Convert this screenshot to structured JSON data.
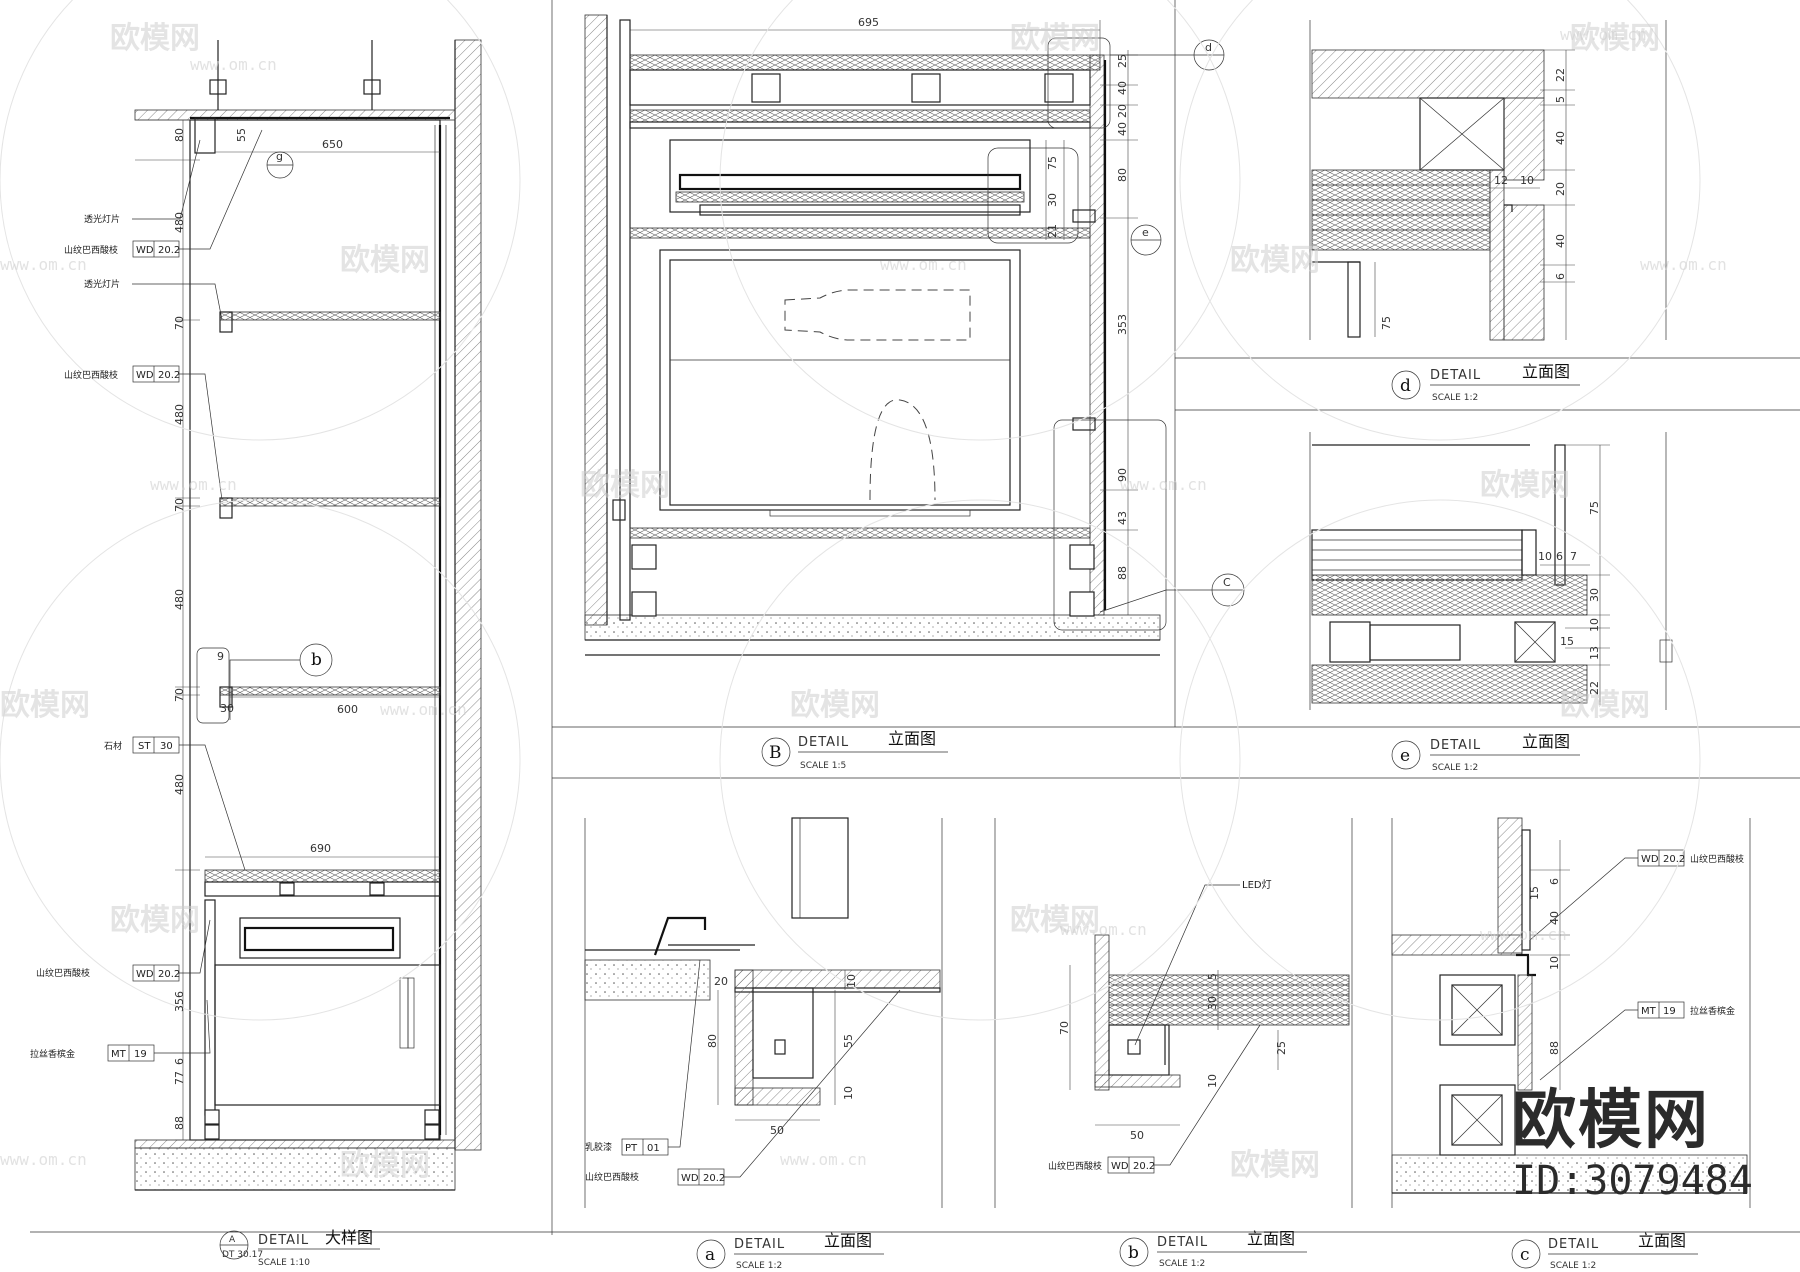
{
  "colors": {
    "line": "#222222",
    "watermark": "#cfcfcf",
    "background": "#ffffff"
  },
  "watermark": {
    "brand": "欧模网",
    "url": "www.om.cn"
  },
  "logo": {
    "brand": "欧模网",
    "id": "ID:3079484"
  },
  "panels": {
    "A": {
      "letter": "A",
      "ref": "DT 30.17",
      "detail": "DETAIL",
      "title": "大样图",
      "scale": "SCALE 1:10"
    },
    "B": {
      "letter": "B",
      "detail": "DETAIL",
      "title": "立面图",
      "scale": "SCALE 1:5"
    },
    "a": {
      "letter": "a",
      "detail": "DETAIL",
      "title": "立面图",
      "scale": "SCALE 1:2"
    },
    "b": {
      "letter": "b",
      "detail": "DETAIL",
      "title": "立面图",
      "scale": "SCALE 1:2"
    },
    "c": {
      "letter": "c",
      "detail": "DETAIL",
      "title": "立面图",
      "scale": "SCALE 1:2"
    },
    "d": {
      "letter": "d",
      "detail": "DETAIL",
      "title": "立面图",
      "scale": "SCALE 1:2"
    },
    "e": {
      "letter": "e",
      "detail": "DETAIL",
      "title": "立面图",
      "scale": "SCALE 1:2"
    }
  },
  "A_labels": {
    "light1": "透光灯片",
    "wood1": "山纹巴西酸枝",
    "light2": "透光灯片",
    "wood2": "山纹巴西酸枝",
    "stone": "石材",
    "wood3": "山纹巴西酸枝",
    "metal": "拉丝香槟金"
  },
  "A_tags": {
    "wd1": "WD",
    "wd1n": "20.2",
    "wd2": "WD",
    "wd2n": "20.2",
    "st": "ST",
    "stn": "30",
    "wd3": "WD",
    "wd3n": "20.2",
    "mt": "MT",
    "mtn": "19"
  },
  "A_dims": {
    "d650": "650",
    "d600": "600",
    "d690": "690",
    "h480a": "480",
    "h70a": "70",
    "h480b": "480",
    "h70b": "70",
    "h480c": "480",
    "h70c": "70",
    "h480d": "480",
    "h356": "356",
    "d80": "80",
    "d55": "55",
    "d9": "9",
    "d30": "30",
    "d88": "88",
    "d77": "77",
    "d6": "6"
  },
  "A_callouts": {
    "g": "g",
    "b": "b"
  },
  "B_dims": {
    "d695": "695",
    "d25": "25",
    "d40": "40",
    "d20": "20",
    "d40b": "40",
    "d80": "80",
    "d75": "75",
    "d30": "30",
    "d21": "21",
    "d353": "353",
    "d90": "90",
    "d43": "43",
    "d88": "88"
  },
  "B_callouts": {
    "d": "d",
    "e": "e",
    "c": "C"
  },
  "a_labels": {
    "latex": "乳胶漆",
    "wood": "山纹巴西酸枝"
  },
  "a_tags": {
    "pt": "PT",
    "ptn": "01",
    "wd": "WD",
    "wdn": "20.2"
  },
  "a_dims": {
    "d20": "20",
    "d10": "10",
    "d80": "80",
    "d55": "55",
    "d10b": "10",
    "d50": "50"
  },
  "b_labels": {
    "led": "LED灯",
    "wood": "山纹巴西酸枝"
  },
  "b_tags": {
    "wd": "WD",
    "wdn": "20.2"
  },
  "b_dims": {
    "d70": "70",
    "d5": "5",
    "d30": "30",
    "d25": "25",
    "d10": "10",
    "d50": "50"
  },
  "c_labels": {
    "wood": "山纹巴西酸枝",
    "metal": "拉丝香槟金"
  },
  "c_tags": {
    "wd": "WD",
    "wdn": "20.2",
    "mt": "MT",
    "mtn": "19"
  },
  "c_dims": {
    "d6": "6",
    "d15": "15",
    "d40": "40",
    "d10": "10",
    "d88": "88"
  },
  "d_dims": {
    "d22": "22",
    "d5": "5",
    "d40": "40",
    "d12": "12",
    "d10": "10",
    "d20": "20",
    "d40b": "40",
    "d6": "6",
    "d75": "75"
  },
  "e_dims": {
    "d75": "75",
    "d10": "10",
    "d6": "6",
    "d7": "7",
    "d30": "30",
    "d10b": "10",
    "d15": "15",
    "d13": "13",
    "d22": "22"
  }
}
